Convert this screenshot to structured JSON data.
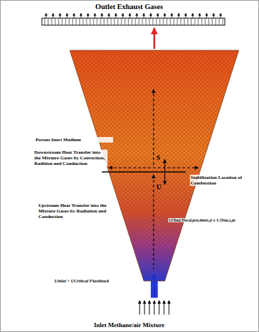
{
  "diagram": {
    "labels": [
      "Outlet Exhaust Gases",
      "Porous Inert Medium",
      "Downstream Heat Transfer into the Mixture Gases by Convection, Radition and Conduction",
      "S",
      "Stabilization Location of Combustion",
      "U",
      "Upstream Heat Transfer into the Mixture Gases by Radiation and Conduction",
      "U(Tout,Tlocal,pen,ṁmix,z) ≡ S (Tout,λ,pe",
      "Uinlet > UCritical Flashback",
      "Inlet Methane/air Mixture"
    ]
  }
}
